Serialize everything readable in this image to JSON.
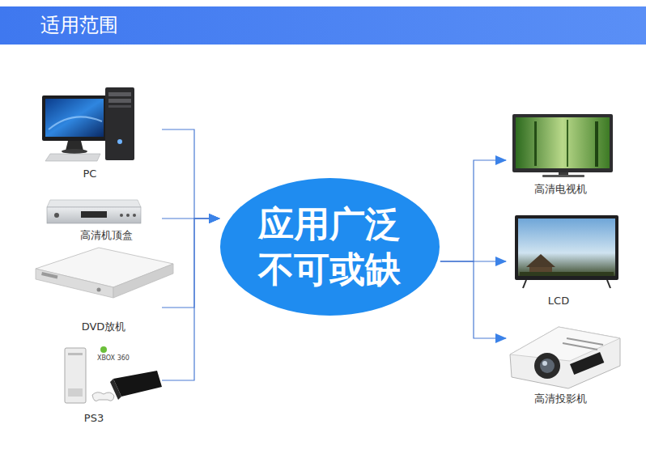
{
  "diagram": {
    "title": "适用范围",
    "nodes": [
      {
        "text": [
          "PC"
        ]
      },
      {
        "text": [
          "高清机顶盒"
        ]
      },
      {
        "text": [
          "DVD放机"
        ]
      },
      {
        "text": [
          "PS3"
        ]
      },
      {
        "text": [
          "应用广泛 不可或缺"
        ]
      },
      {
        "text": [
          "高清电视机"
        ]
      },
      {
        "text": [
          "LCD"
        ]
      },
      {
        "text": [
          "高清投影机"
        ]
      }
    ],
    "edges": [
      {
        "from": 0,
        "to": 4,
        "arrow": "to"
      },
      {
        "from": 1,
        "to": 4,
        "arrow": "to"
      },
      {
        "from": 2,
        "to": 4,
        "arrow": "to"
      },
      {
        "from": 3,
        "to": 4,
        "arrow": "to"
      },
      {
        "from": 4,
        "to": 5,
        "arrow": "to"
      },
      {
        "from": 4,
        "to": 6,
        "arrow": "to"
      },
      {
        "from": 4,
        "to": 7,
        "arrow": "to"
      }
    ],
    "labels": [
      "XBOX 360"
    ]
  }
}
